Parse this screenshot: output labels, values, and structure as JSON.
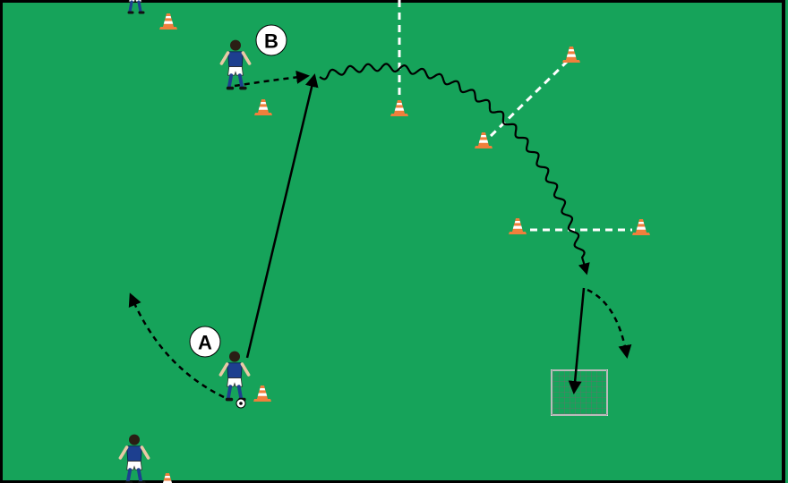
{
  "diagram": {
    "pitch_color": "#16a35a",
    "border_color": "#000000",
    "labels": [
      {
        "id": "player-a",
        "text": "A"
      },
      {
        "id": "player-b",
        "text": "B"
      }
    ],
    "cone_color": "#f07f3c",
    "cone_stripe": "#ffffff",
    "jersey_color": "#1d3f8f",
    "shorts_color": "#ffffff",
    "marker_line_color": "#ffffff",
    "arrow_color": "#000000",
    "goal_color": "#ffffff"
  }
}
